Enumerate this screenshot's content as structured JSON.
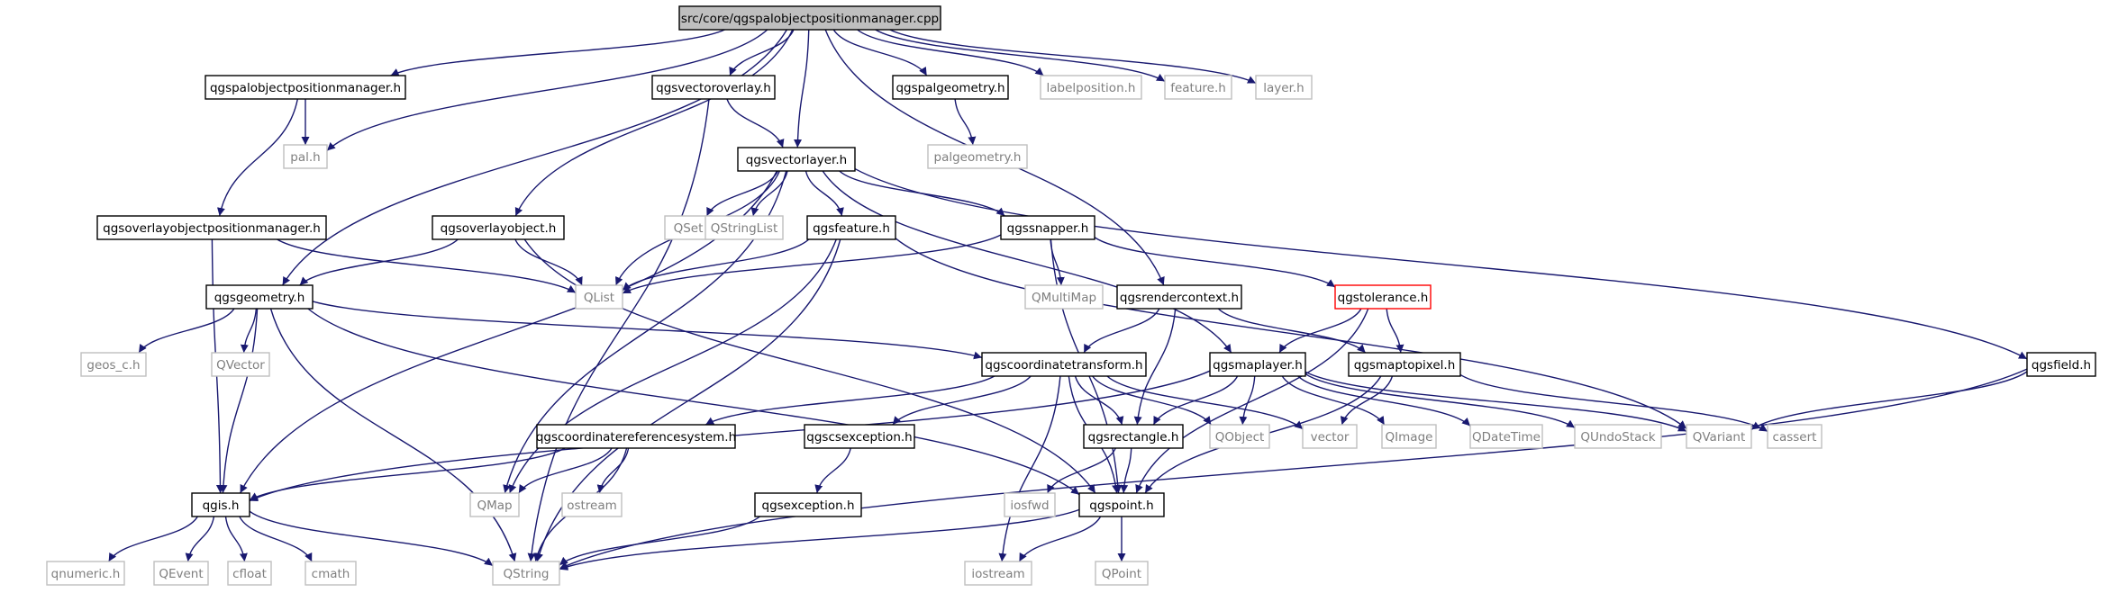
{
  "diagram": {
    "type": "include-dependency-graph",
    "colors": {
      "edge": "#191970",
      "header_border": "#000000",
      "system_border": "#bfbfbf",
      "system_text": "#7f7f7f",
      "root_fill": "#bfbfbf",
      "warning_border": "#ff0000"
    },
    "nodes": [
      {
        "id": "root",
        "label": "src/core/qgspalobjectpositionmanager.cpp",
        "kind": "root"
      },
      {
        "id": "palmgr",
        "label": "qgspalobjectpositionmanager.h",
        "kind": "header"
      },
      {
        "id": "vecoverlay",
        "label": "qgsvectoroverlay.h",
        "kind": "header"
      },
      {
        "id": "palgeom",
        "label": "qgspalgeometry.h",
        "kind": "header"
      },
      {
        "id": "labelpos",
        "label": "labelposition.h",
        "kind": "system"
      },
      {
        "id": "feature",
        "label": "feature.h",
        "kind": "system"
      },
      {
        "id": "layer",
        "label": "layer.h",
        "kind": "system"
      },
      {
        "id": "pal",
        "label": "pal.h",
        "kind": "system"
      },
      {
        "id": "palgeometry",
        "label": "palgeometry.h",
        "kind": "system"
      },
      {
        "id": "vectorlayer",
        "label": "qgsvectorlayer.h",
        "kind": "header"
      },
      {
        "id": "overlaymgr",
        "label": "qgsoverlayobjectpositionmanager.h",
        "kind": "header"
      },
      {
        "id": "overlayobj",
        "label": "qgsoverlayobject.h",
        "kind": "header"
      },
      {
        "id": "qset",
        "label": "QSet",
        "kind": "system"
      },
      {
        "id": "qstringlist",
        "label": "QStringList",
        "kind": "system"
      },
      {
        "id": "qgsfeature",
        "label": "qgsfeature.h",
        "kind": "header"
      },
      {
        "id": "snapper",
        "label": "qgssnapper.h",
        "kind": "header"
      },
      {
        "id": "qgsfield",
        "label": "qgsfield.h",
        "kind": "header"
      },
      {
        "id": "qlist",
        "label": "QList",
        "kind": "system"
      },
      {
        "id": "qmultimap",
        "label": "QMultiMap",
        "kind": "system"
      },
      {
        "id": "renderctx",
        "label": "qgsrendercontext.h",
        "kind": "header"
      },
      {
        "id": "tolerance",
        "label": "qgstolerance.h",
        "kind": "warn"
      },
      {
        "id": "geometry",
        "label": "qgsgeometry.h",
        "kind": "header"
      },
      {
        "id": "geos",
        "label": "geos_c.h",
        "kind": "system"
      },
      {
        "id": "qvector",
        "label": "QVector",
        "kind": "system"
      },
      {
        "id": "coordtrans",
        "label": "qgscoordinatetransform.h",
        "kind": "header"
      },
      {
        "id": "maplayer",
        "label": "qgsmaplayer.h",
        "kind": "header"
      },
      {
        "id": "maptopixel",
        "label": "qgsmaptopixel.h",
        "kind": "header"
      },
      {
        "id": "crs",
        "label": "qgscoordinatereferencesystem.h",
        "kind": "header"
      },
      {
        "id": "csexc",
        "label": "qgscsexception.h",
        "kind": "header"
      },
      {
        "id": "rectangle",
        "label": "qgsrectangle.h",
        "kind": "header"
      },
      {
        "id": "qobject",
        "label": "QObject",
        "kind": "system"
      },
      {
        "id": "vector",
        "label": "vector",
        "kind": "system"
      },
      {
        "id": "qimage",
        "label": "QImage",
        "kind": "system"
      },
      {
        "id": "qdatetime",
        "label": "QDateTime",
        "kind": "system"
      },
      {
        "id": "qundostack",
        "label": "QUndoStack",
        "kind": "system"
      },
      {
        "id": "qvariant",
        "label": "QVariant",
        "kind": "system"
      },
      {
        "id": "cassert",
        "label": "cassert",
        "kind": "system"
      },
      {
        "id": "qgis",
        "label": "qgis.h",
        "kind": "header"
      },
      {
        "id": "qmap",
        "label": "QMap",
        "kind": "system"
      },
      {
        "id": "ostream",
        "label": "ostream",
        "kind": "system"
      },
      {
        "id": "exception",
        "label": "qgsexception.h",
        "kind": "header"
      },
      {
        "id": "iosfwd",
        "label": "iosfwd",
        "kind": "system"
      },
      {
        "id": "point",
        "label": "qgspoint.h",
        "kind": "header"
      },
      {
        "id": "qnumeric",
        "label": "qnumeric.h",
        "kind": "system"
      },
      {
        "id": "qevent",
        "label": "QEvent",
        "kind": "system"
      },
      {
        "id": "cfloat",
        "label": "cfloat",
        "kind": "system"
      },
      {
        "id": "cmath",
        "label": "cmath",
        "kind": "system"
      },
      {
        "id": "qstring",
        "label": "QString",
        "kind": "system"
      },
      {
        "id": "iostream",
        "label": "iostream",
        "kind": "system"
      },
      {
        "id": "qpoint",
        "label": "QPoint",
        "kind": "system"
      }
    ],
    "edges": [
      [
        "root",
        "palmgr"
      ],
      [
        "root",
        "vecoverlay"
      ],
      [
        "root",
        "palgeom"
      ],
      [
        "root",
        "labelpos"
      ],
      [
        "root",
        "feature"
      ],
      [
        "root",
        "layer"
      ],
      [
        "root",
        "pal"
      ],
      [
        "root",
        "vectorlayer"
      ],
      [
        "root",
        "overlayobj"
      ],
      [
        "root",
        "geometry"
      ],
      [
        "root",
        "renderctx"
      ],
      [
        "palmgr",
        "pal"
      ],
      [
        "palmgr",
        "overlaymgr"
      ],
      [
        "vecoverlay",
        "vectorlayer"
      ],
      [
        "vecoverlay",
        "qstring"
      ],
      [
        "palgeom",
        "palgeometry"
      ],
      [
        "vectorlayer",
        "qset"
      ],
      [
        "vectorlayer",
        "qstringlist"
      ],
      [
        "vectorlayer",
        "qgsfeature"
      ],
      [
        "vectorlayer",
        "snapper"
      ],
      [
        "vectorlayer",
        "qgsfield"
      ],
      [
        "vectorlayer",
        "qlist"
      ],
      [
        "vectorlayer",
        "qgis"
      ],
      [
        "vectorlayer",
        "qmap"
      ],
      [
        "vectorlayer",
        "maplayer"
      ],
      [
        "overlaymgr",
        "qlist"
      ],
      [
        "overlaymgr",
        "qgis"
      ],
      [
        "overlayobj",
        "qlist"
      ],
      [
        "overlayobj",
        "geometry"
      ],
      [
        "overlayobj",
        "point"
      ],
      [
        "qgsfeature",
        "qlist"
      ],
      [
        "qgsfeature",
        "qmap"
      ],
      [
        "qgsfeature",
        "qstring"
      ],
      [
        "qgsfeature",
        "qvariant"
      ],
      [
        "snapper",
        "qlist"
      ],
      [
        "snapper",
        "qmultimap"
      ],
      [
        "snapper",
        "tolerance"
      ],
      [
        "snapper",
        "point"
      ],
      [
        "renderctx",
        "coordtrans"
      ],
      [
        "renderctx",
        "maptopixel"
      ],
      [
        "renderctx",
        "rectangle"
      ],
      [
        "tolerance",
        "maplayer"
      ],
      [
        "tolerance",
        "maptopixel"
      ],
      [
        "tolerance",
        "point"
      ],
      [
        "geometry",
        "geos"
      ],
      [
        "geometry",
        "qvector"
      ],
      [
        "geometry",
        "qgis"
      ],
      [
        "geometry",
        "qstring"
      ],
      [
        "geometry",
        "coordtrans"
      ],
      [
        "geometry",
        "point"
      ],
      [
        "coordtrans",
        "crs"
      ],
      [
        "coordtrans",
        "csexc"
      ],
      [
        "coordtrans",
        "rectangle"
      ],
      [
        "coordtrans",
        "qobject"
      ],
      [
        "coordtrans",
        "vector"
      ],
      [
        "coordtrans",
        "iostream"
      ],
      [
        "coordtrans",
        "point"
      ],
      [
        "maplayer",
        "rectangle"
      ],
      [
        "maplayer",
        "qobject"
      ],
      [
        "maplayer",
        "qimage"
      ],
      [
        "maplayer",
        "qdatetime"
      ],
      [
        "maplayer",
        "qundostack"
      ],
      [
        "maplayer",
        "qvariant"
      ],
      [
        "maplayer",
        "qgis"
      ],
      [
        "maptopixel",
        "vector"
      ],
      [
        "maptopixel",
        "cassert"
      ],
      [
        "maptopixel",
        "point"
      ],
      [
        "qgsfield",
        "qvariant"
      ],
      [
        "qgsfield",
        "qstring"
      ],
      [
        "crs",
        "qgis"
      ],
      [
        "crs",
        "qmap"
      ],
      [
        "crs",
        "ostream"
      ],
      [
        "crs",
        "qstring"
      ],
      [
        "csexc",
        "exception"
      ],
      [
        "exception",
        "qstring"
      ],
      [
        "rectangle",
        "iosfwd"
      ],
      [
        "rectangle",
        "point"
      ],
      [
        "point",
        "iostream"
      ],
      [
        "point",
        "qpoint"
      ],
      [
        "point",
        "qstring"
      ],
      [
        "qgis",
        "qnumeric"
      ],
      [
        "qgis",
        "qevent"
      ],
      [
        "qgis",
        "cfloat"
      ],
      [
        "qgis",
        "cmath"
      ],
      [
        "qgis",
        "qstring"
      ]
    ]
  }
}
